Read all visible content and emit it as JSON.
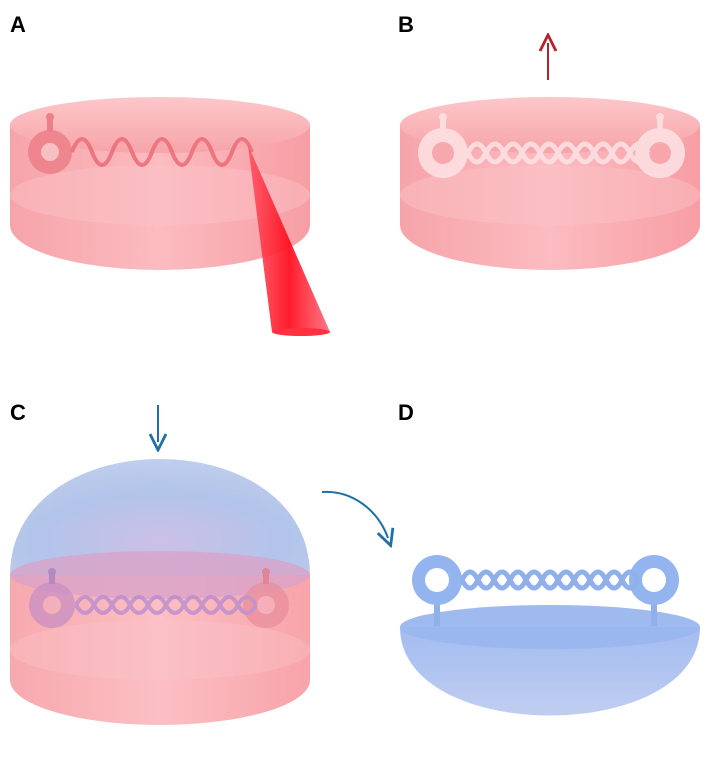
{
  "panels": [
    {
      "label": "A"
    },
    {
      "label": "B"
    },
    {
      "label": "C"
    },
    {
      "label": "D"
    }
  ],
  "colors": {
    "mold_red": "#f7a0a6",
    "dome_blue": "#9db8ea",
    "red_arrow": "#b8202a",
    "blue_arrow": "#1f6fa8",
    "laser": "#ff2030"
  }
}
